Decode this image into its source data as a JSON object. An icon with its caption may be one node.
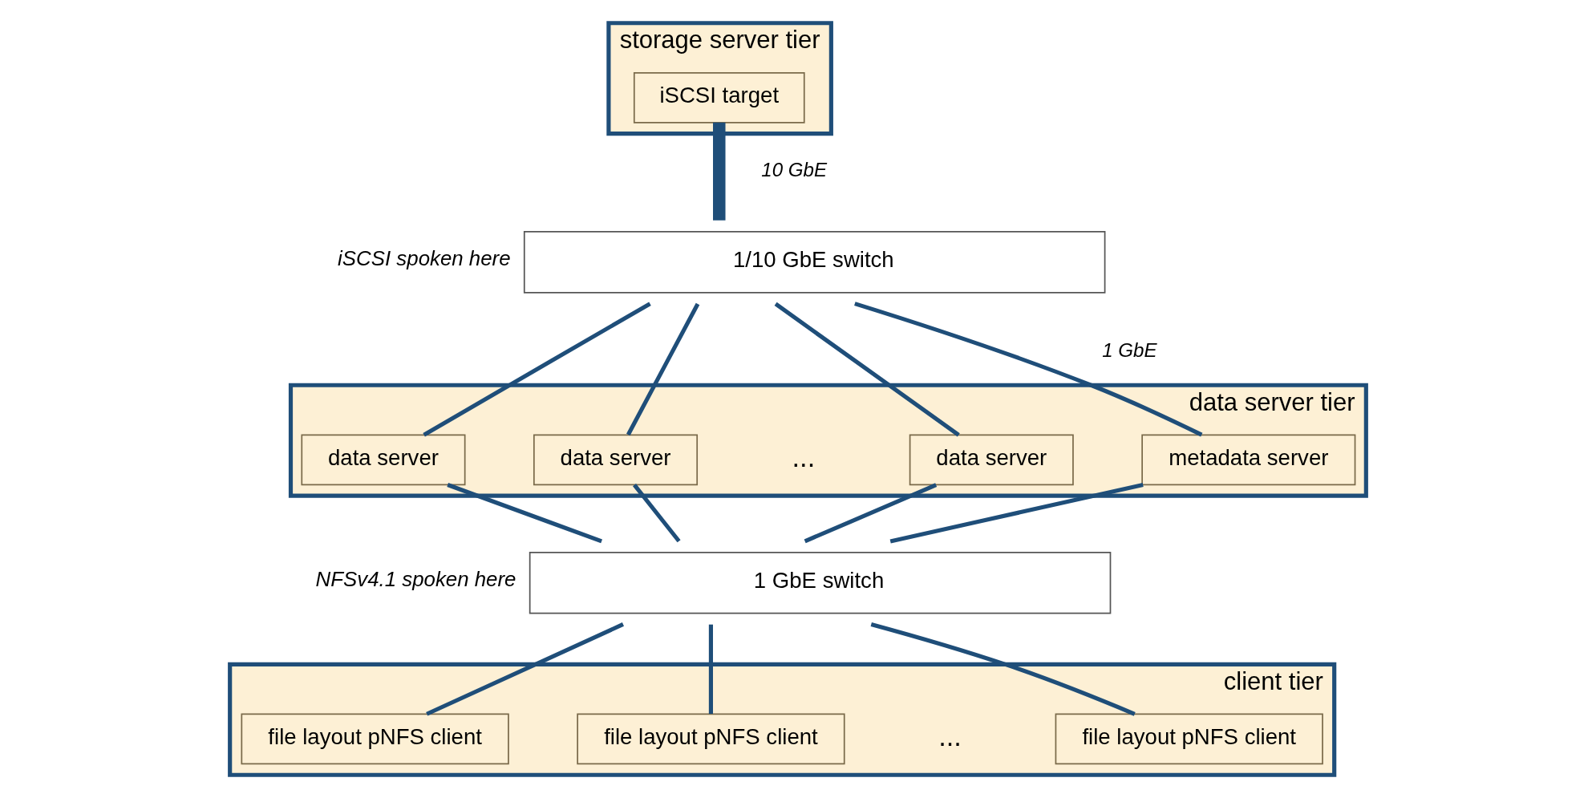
{
  "diagram": {
    "nodes": [
      {
        "text": [
          "storage server tier"
        ]
      },
      {
        "text": [
          "iSCSI target"
        ],
        "in": 0
      },
      {
        "text": [
          "1/10 GbE switch"
        ],
        "beside": [
          "iSCSI spoken here"
        ]
      },
      {
        "text": [
          "data server tier"
        ]
      },
      {
        "text": [
          "data server"
        ],
        "in": 3
      },
      {
        "text": [
          "data server"
        ],
        "in": 3
      },
      {
        "text": [
          "data server"
        ],
        "in": 3
      },
      {
        "text": [
          "metadata server"
        ],
        "in": 3
      },
      {
        "text": [
          "1 GbE switch"
        ],
        "beside": [
          "NFSv4.1 spoken here"
        ]
      },
      {
        "text": [
          "client tier"
        ]
      },
      {
        "text": [
          "file layout pNFS client"
        ],
        "in": 9
      },
      {
        "text": [
          "file layout pNFS client"
        ],
        "in": 9
      },
      {
        "text": [
          "file layout pNFS client"
        ],
        "in": 9
      }
    ],
    "edges": [
      {
        "from": 1,
        "to": 2,
        "arrow": "none",
        "label": "10 GbE",
        "style": "thick"
      },
      {
        "from": 2,
        "to": 4,
        "arrow": "none"
      },
      {
        "from": 2,
        "to": 5,
        "arrow": "none"
      },
      {
        "from": 2,
        "to": 6,
        "arrow": "none"
      },
      {
        "from": 2,
        "to": 7,
        "arrow": "none",
        "label": "1 GbE"
      },
      {
        "from": 4,
        "to": 8,
        "arrow": "none"
      },
      {
        "from": 5,
        "to": 8,
        "arrow": "none"
      },
      {
        "from": 6,
        "to": 8,
        "arrow": "none"
      },
      {
        "from": 7,
        "to": 8,
        "arrow": "none"
      },
      {
        "from": 8,
        "to": 10,
        "arrow": "none"
      },
      {
        "from": 8,
        "to": 11,
        "arrow": "none"
      },
      {
        "from": 8,
        "to": 12,
        "arrow": "none"
      }
    ],
    "labels": [
      "...",
      "..."
    ]
  }
}
